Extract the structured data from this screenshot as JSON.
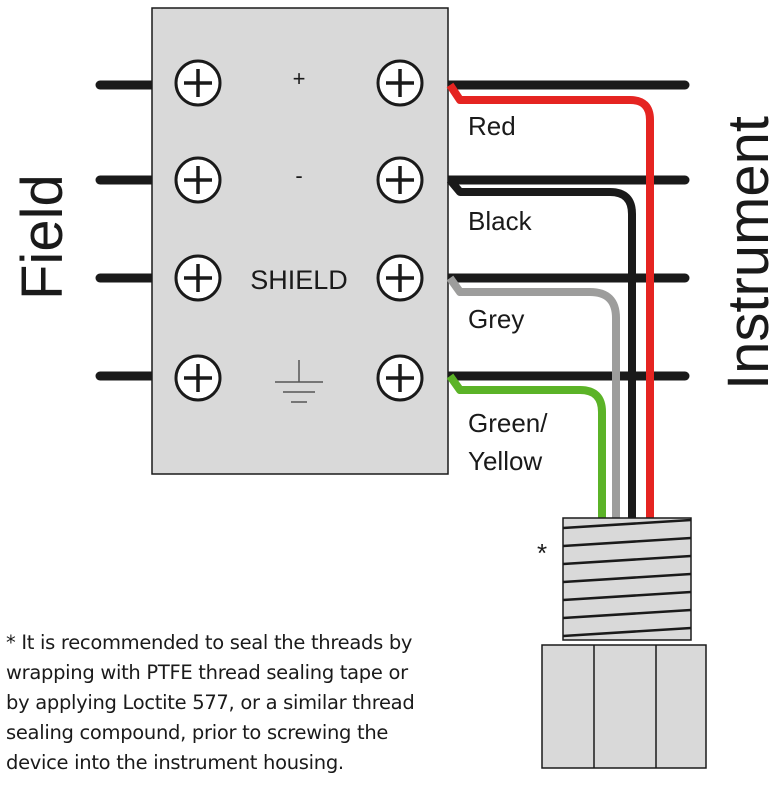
{
  "labels": {
    "field": "Field",
    "instrument": "Instrument"
  },
  "terminals": [
    {
      "label": "+"
    },
    {
      "label": "-"
    },
    {
      "label": "SHIELD"
    },
    {
      "label": "ground-symbol"
    }
  ],
  "wires": [
    {
      "label": "Red",
      "color": "#e52421"
    },
    {
      "label": "Black",
      "color": "#1a1a1a"
    },
    {
      "label": "Grey",
      "color": "#9d9d9c"
    },
    {
      "label": "Green/",
      "label2": "Yellow",
      "color": "#5bb327"
    }
  ],
  "gland": {
    "marker": "*"
  },
  "footnote": [
    "* It is recommended to seal the threads by",
    "wrapping with PTFE thread sealing tape or",
    "by applying Loctite 577, or a similar thread",
    "sealing compound, prior to screwing the",
    "device into the instrument housing."
  ],
  "colors": {
    "block_fill": "#d9d9d9",
    "line": "#1a1a1a"
  }
}
